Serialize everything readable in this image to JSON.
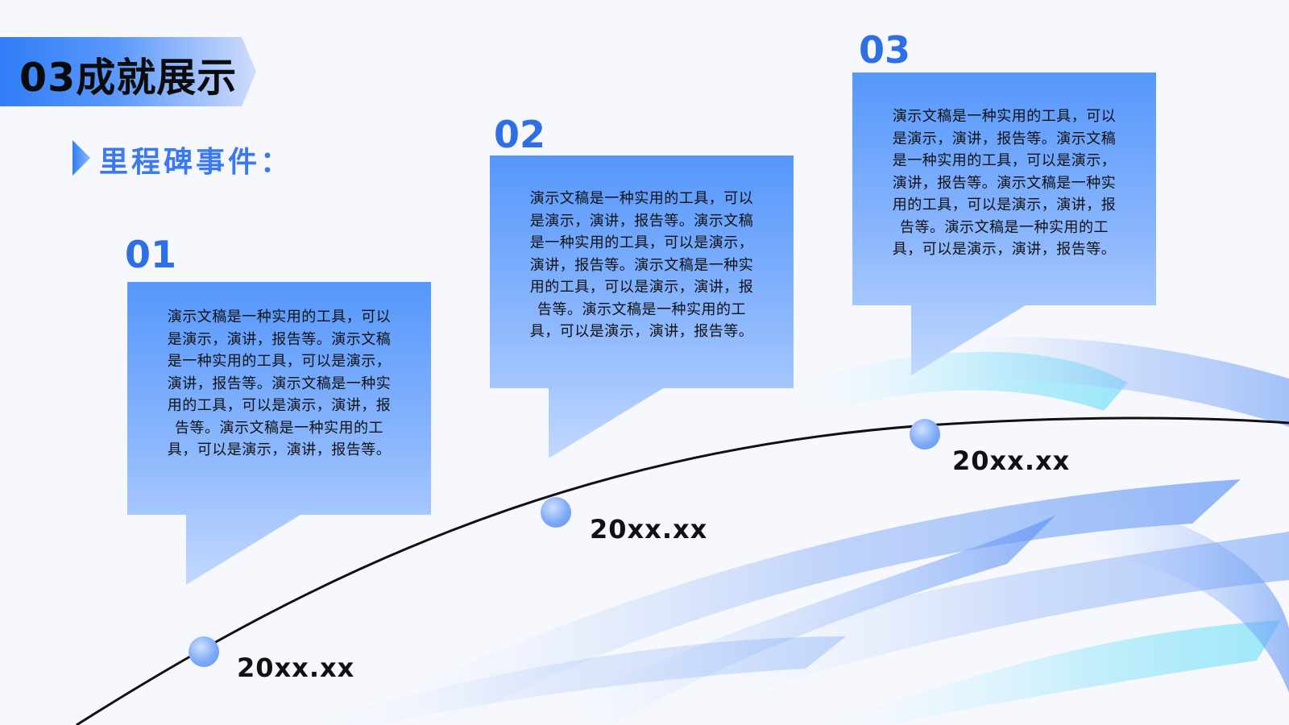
{
  "header": {
    "title": "03成就展示",
    "subtitle": "里程碑事件："
  },
  "milestones": [
    {
      "number": "01",
      "text": "演示文稿是一种实用的工具，可以是演示，演讲，报告等。演示文稿是一种实用的工具，可以是演示，演讲，报告等。演示文稿是一种实用的工具，可以是演示，演讲，报告等。演示文稿是一种实用的工具，可以是演示，演讲，报告等。",
      "date": "20xx.xx"
    },
    {
      "number": "02",
      "text": "演示文稿是一种实用的工具，可以是演示，演讲，报告等。演示文稿是一种实用的工具，可以是演示，演讲，报告等。演示文稿是一种实用的工具，可以是演示，演讲，报告等。演示文稿是一种实用的工具，可以是演示，演讲，报告等。",
      "date": "20xx.xx"
    },
    {
      "number": "03",
      "text": "演示文稿是一种实用的工具，可以是演示，演讲，报告等。演示文稿是一种实用的工具，可以是演示，演讲，报告等。演示文稿是一种实用的工具，可以是演示，演讲，报告等。演示文稿是一种实用的工具，可以是演示，演讲，报告等。",
      "date": "20xx.xx"
    }
  ],
  "colors": {
    "accent": "#2f7df6",
    "subtitle": "#3a79ef",
    "number": "#2f6fe6",
    "card_top": "#5597fb",
    "card_bottom": "#c2d8fe"
  }
}
